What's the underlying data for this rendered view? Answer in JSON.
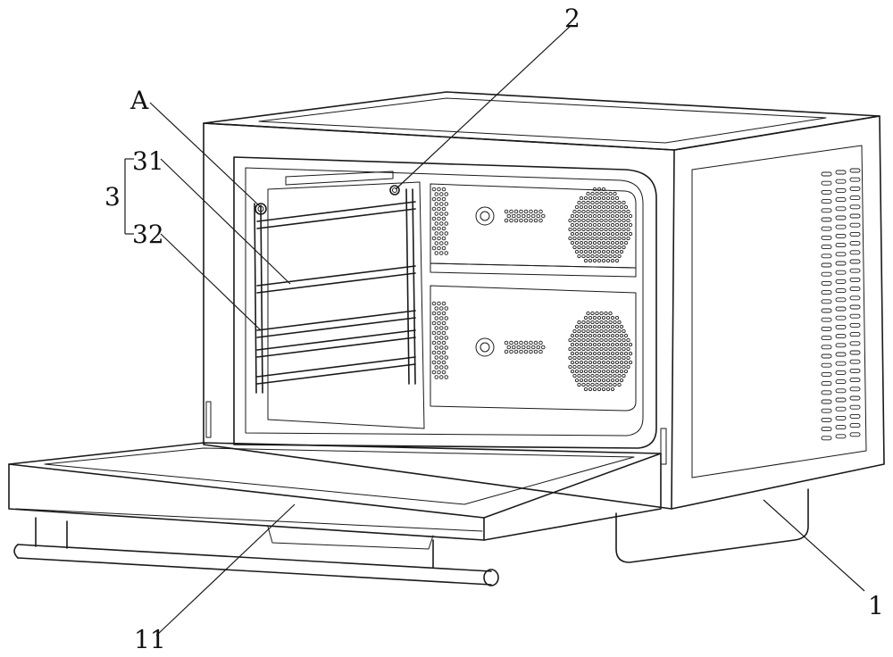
{
  "labels": {
    "label_2": "2",
    "label_A": "A",
    "label_31": "31",
    "label_3": "3",
    "label_32": "32",
    "label_11": "11",
    "label_1": "1"
  }
}
